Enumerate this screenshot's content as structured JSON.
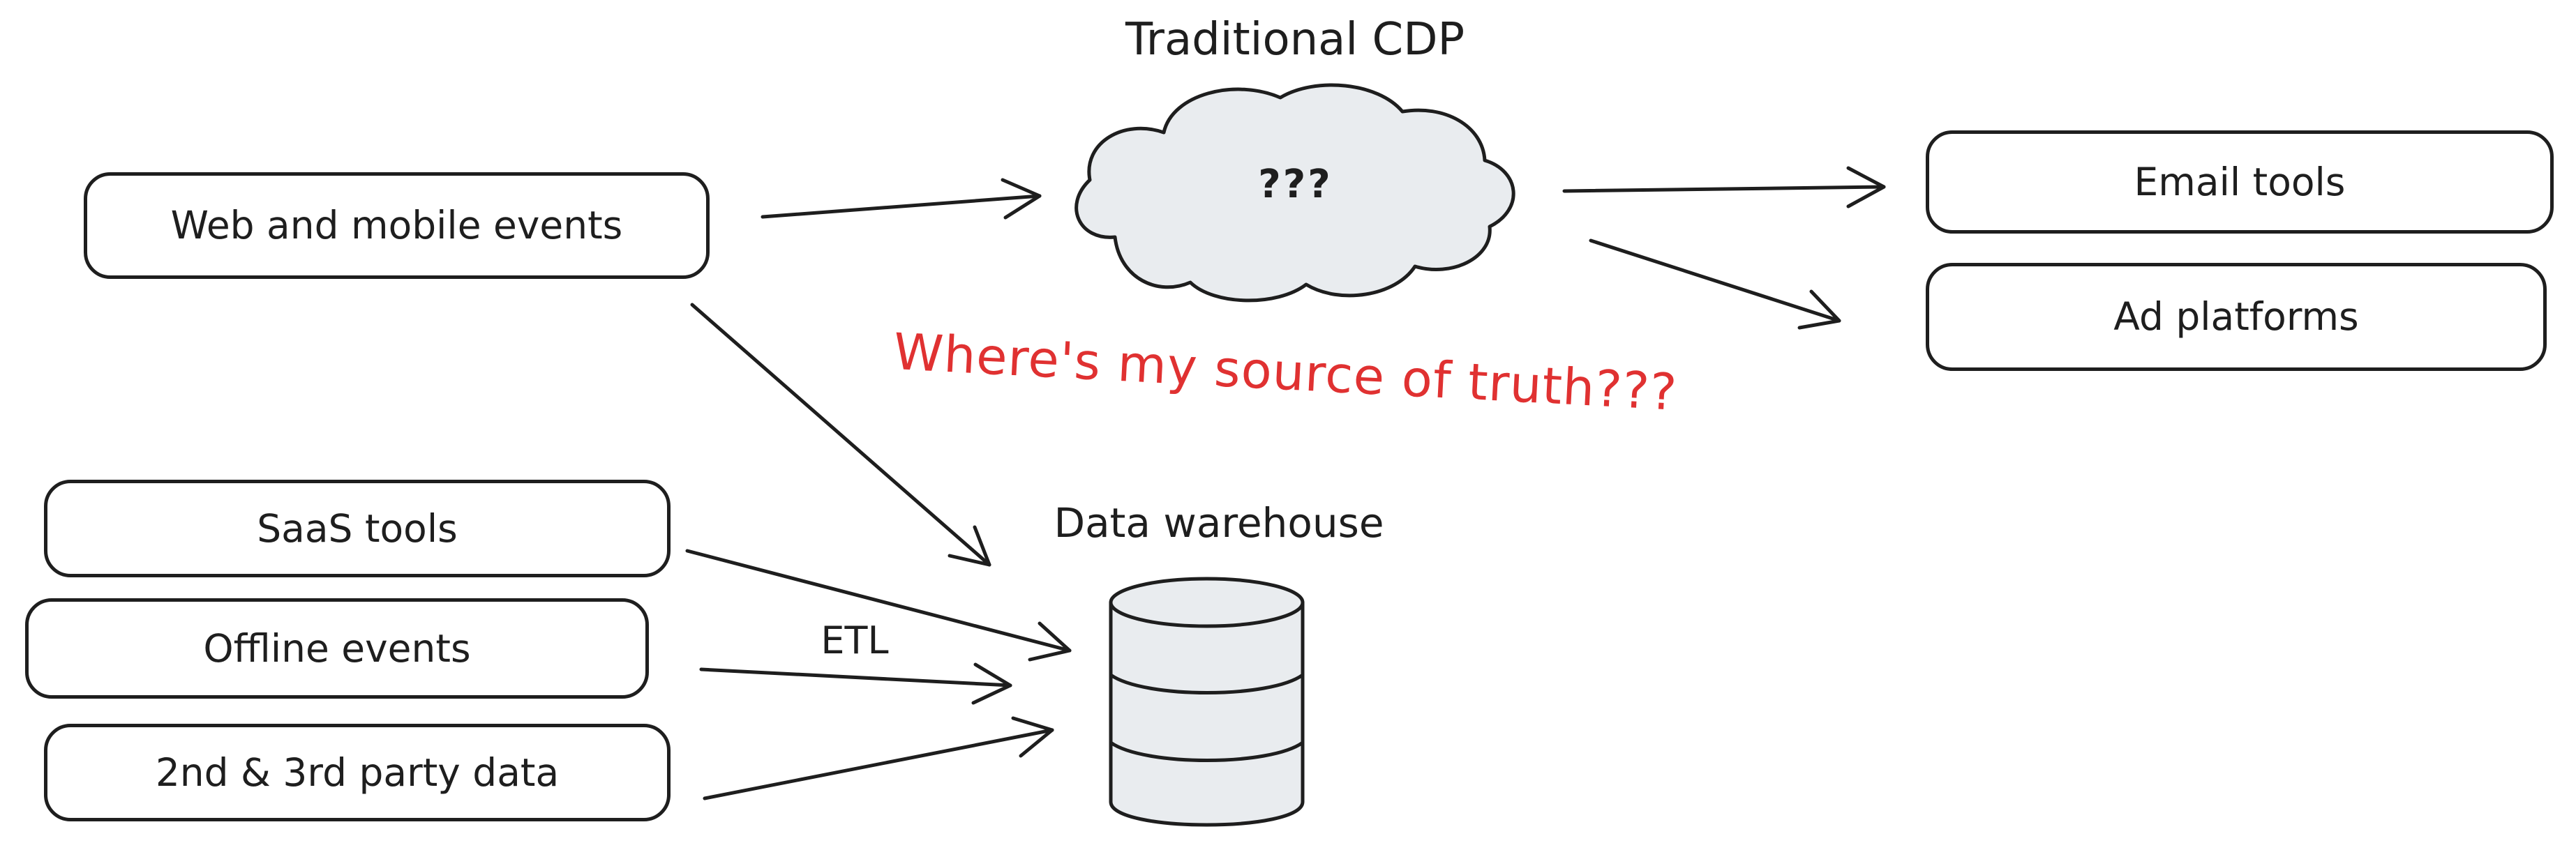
{
  "diagram": {
    "title": "Traditional CDP",
    "cloud": {
      "question": "???"
    },
    "annotation": {
      "text": "Where's my source of truth???",
      "color": "#e03131"
    },
    "etl_label": "ETL",
    "warehouse": {
      "label": "Data warehouse"
    },
    "sources": [
      {
        "label": "Web and mobile events"
      },
      {
        "label": "SaaS tools"
      },
      {
        "label": "Offline events"
      },
      {
        "label": "2nd & 3rd party data"
      }
    ],
    "destinations": [
      {
        "label": "Email tools"
      },
      {
        "label": "Ad platforms"
      }
    ],
    "edges": [
      {
        "from": "Web and mobile events",
        "to": "Traditional CDP"
      },
      {
        "from": "Traditional CDP",
        "to": "Email tools"
      },
      {
        "from": "Traditional CDP",
        "to": "Ad platforms"
      },
      {
        "from": "Web and mobile events",
        "to": "Data warehouse"
      },
      {
        "from": "SaaS tools",
        "to": "Data warehouse",
        "label": "ETL"
      },
      {
        "from": "Offline events",
        "to": "Data warehouse",
        "label": "ETL"
      },
      {
        "from": "2nd & 3rd party data",
        "to": "Data warehouse",
        "label": "ETL"
      }
    ],
    "colors": {
      "stroke": "#1e1e1e",
      "shape_fill": "#e9ecef",
      "box_fill": "#ffffff",
      "annotation_red": "#e03131",
      "background": "#ffffff"
    }
  }
}
